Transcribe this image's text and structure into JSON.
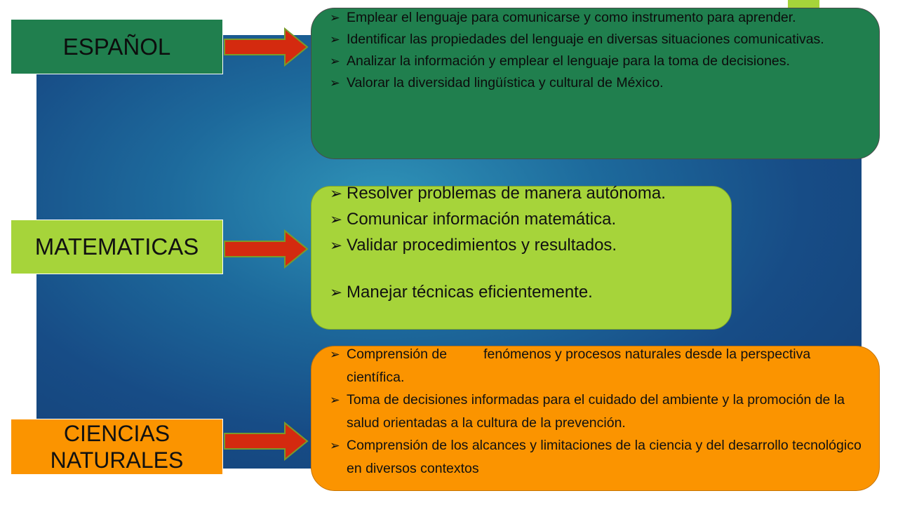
{
  "subjects": {
    "espanol": {
      "label": "ESPAÑOL",
      "color": "#207f4e"
    },
    "matematicas": {
      "label": "MATEMATICAS",
      "color": "#a6d43a"
    },
    "ciencias": {
      "label_line1": "CIENCIAS",
      "label_line2": "NATURALES",
      "color": "#fb9400"
    }
  },
  "espanol_items": [
    "Emplear el lenguaje para comunicarse y como instrumento para aprender.",
    "Identificar las propiedades del lenguaje en diversas situaciones comunicativas.",
    "Analizar la información y emplear el lenguaje para la toma de decisiones.",
    "Valorar la diversidad lingüística y cultural de México."
  ],
  "matematicas_items": [
    "Resolver problemas de manera autónoma.",
    "Comunicar información matemática.",
    "Validar procedimientos y resultados.",
    "Manejar técnicas eficientemente."
  ],
  "ciencias_items": {
    "item1_part1": "Comprensión de",
    "item1_part2": "fenómenos y procesos naturales desde la perspectiva científica.",
    "item2": "Toma de decisiones informadas para el cuidado del ambiente y la promoción de la salud orientadas a la cultura de la prevención.",
    "item3": "Comprensión de los alcances y limitaciones de la ciencia y del desarrollo tecnológico en diversos contextos"
  },
  "bullet_icon": "arrowhead-bullet",
  "arrow_color": "#d42a0f"
}
